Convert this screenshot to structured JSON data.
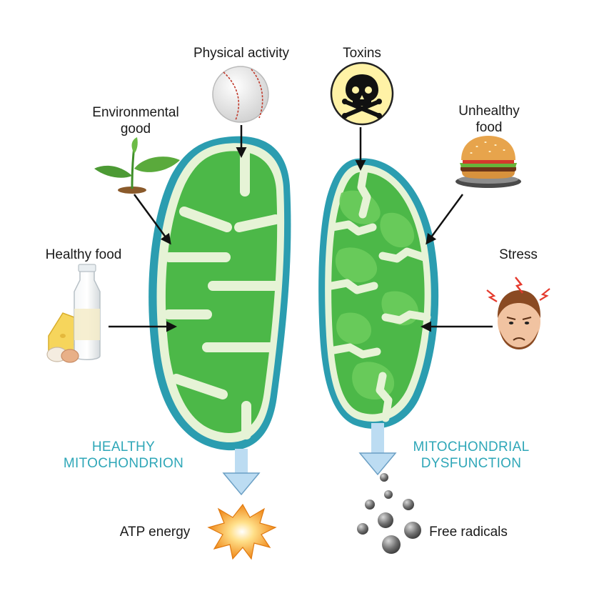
{
  "labels": {
    "physical_activity": "Physical activity",
    "toxins": "Toxins",
    "environmental_good_line1": "Environmental",
    "environmental_good_line2": "good",
    "unhealthy_food_line1": "Unhealthy",
    "unhealthy_food_line2": "food",
    "healthy_food": "Healthy food",
    "stress": "Stress",
    "atp_energy": "ATP energy",
    "free_radicals": "Free radicals"
  },
  "titles": {
    "healthy_line1": "HEALTHY",
    "healthy_line2": "MITOCHONDRION",
    "dysfunction_line1": "MITOCHONDRIAL",
    "dysfunction_line2": "DYSFUNCTION"
  },
  "colors": {
    "membrane_outer": "#2b9db0",
    "intermembrane": "#e6f3d6",
    "matrix": "#4cb848",
    "matrix_light": "#6ccc5c",
    "output_arrow": "#bcdcf2",
    "title_teal": "#2fa7b8"
  }
}
